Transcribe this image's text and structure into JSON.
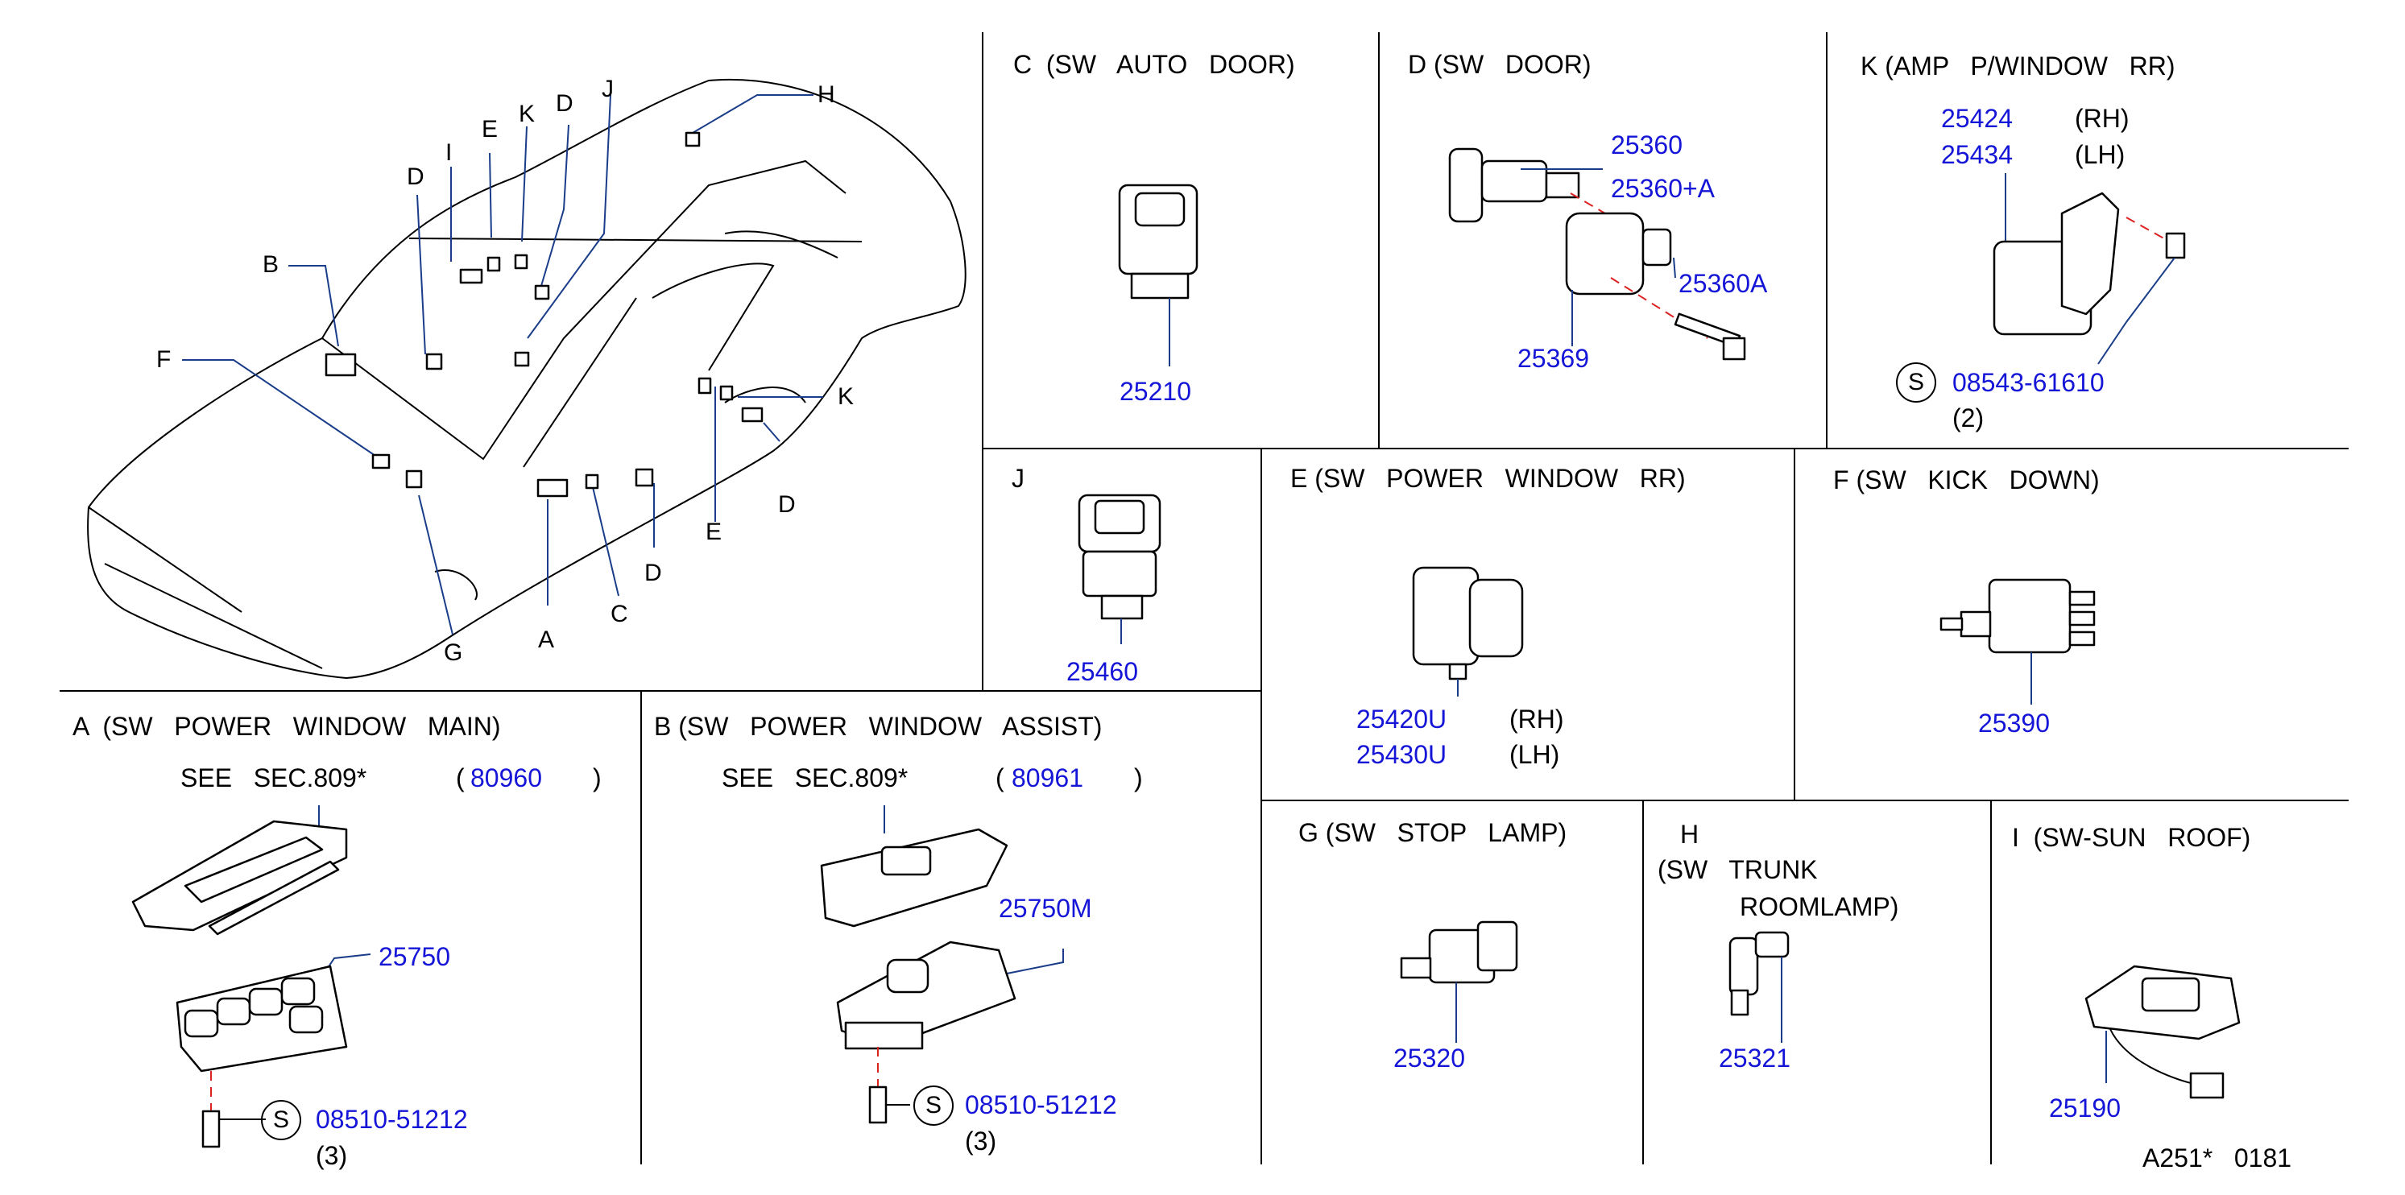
{
  "car_overview": {
    "callouts": [
      "H",
      "J",
      "D",
      "K",
      "E",
      "I",
      "D",
      "B",
      "F",
      "K",
      "D",
      "E",
      "D",
      "C",
      "A",
      "G"
    ]
  },
  "sections": {
    "C": {
      "title": "C  (SW   AUTO   DOOR)",
      "parts": [
        "25210"
      ]
    },
    "D": {
      "title": "D (SW   DOOR)",
      "parts": [
        "25360",
        "25360+A",
        "25360A",
        "25369"
      ]
    },
    "K": {
      "title": "K (AMP   P/WINDOW   RR)",
      "parts": [
        "25424",
        "25434"
      ],
      "sides": [
        "(RH)",
        "(LH)"
      ],
      "fastener": {
        "symbol": "S",
        "part": "08543-61610",
        "qty": "(2)"
      }
    },
    "J": {
      "title": "J",
      "parts": [
        "25460"
      ]
    },
    "E": {
      "title": "E (SW   POWER   WINDOW   RR)",
      "parts": [
        "25420U",
        "25430U"
      ],
      "sides": [
        "(RH)",
        "(LH)"
      ]
    },
    "F": {
      "title": "F (SW   KICK   DOWN)",
      "parts": [
        "25390"
      ]
    },
    "A": {
      "title": "A  (SW   POWER   WINDOW   MAIN)",
      "see": "SEE   SEC.809*",
      "see_ref": "80960",
      "paren_open": "(",
      "paren_close": ")",
      "parts": [
        "25750"
      ],
      "fastener": {
        "symbol": "S",
        "part": "08510-51212",
        "qty": "(3)"
      }
    },
    "B": {
      "title": "B (SW   POWER   WINDOW   ASSIST)",
      "see": "SEE   SEC.809*",
      "see_ref": "80961",
      "paren_open": "(",
      "paren_close": ")",
      "parts": [
        "25750M"
      ],
      "fastener": {
        "symbol": "S",
        "part": "08510-51212",
        "qty": "(3)"
      }
    },
    "G": {
      "title": "G (SW   STOP   LAMP)",
      "parts": [
        "25320"
      ]
    },
    "H": {
      "title_line1": "H",
      "title_line2": "(SW   TRUNK",
      "title_line3": "ROOMLAMP)",
      "parts": [
        "25321"
      ]
    },
    "I": {
      "title": "I  (SW-SUN   ROOF)",
      "parts": [
        "25190"
      ]
    }
  },
  "drawing_code": "A251*   0181",
  "colors": {
    "part_number": "#1515d8",
    "lines": "#000000",
    "leader": "#1a3d8a",
    "phantom": "#dd2222"
  }
}
